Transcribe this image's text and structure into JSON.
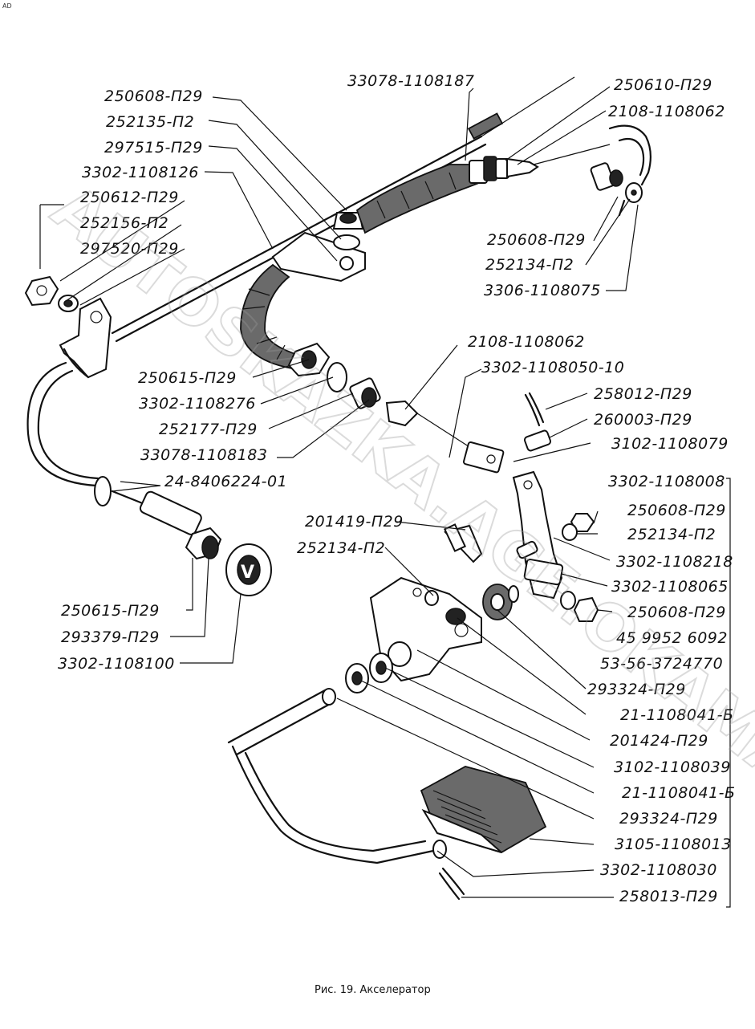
{
  "corner_mark": "AD",
  "caption": "Рис. 19. Акселератор",
  "watermark": "AUTOSKAZKA.AGE.OKAMAE",
  "labels": [
    "33078-1108187",
    "250608-П29",
    "252135-П2",
    "297515-П29",
    "3302-1108126",
    "250612-П29",
    "252156-П2",
    "297520-П29",
    "250610-П29",
    "2108-1108062",
    "250608-П29",
    "252134-П2",
    "3306-1108075",
    "2108-1108062",
    "3302-1108050-10",
    "250615-П29",
    "3302-1108276",
    "252177-П29",
    "33078-1108183",
    "24-8406224-01",
    "258012-П29",
    "260003-П29",
    "3102-1108079",
    "3302-1108008",
    "201419-П29",
    "250608-П29",
    "252134-П2",
    "252134-П2",
    "3302-1108218",
    "3302-1108065",
    "250608-П29",
    "45 9952 6092",
    "53-56-3724770",
    "293324-П29",
    "250615-П29",
    "293379-П29",
    "3302-1108100",
    "21-1108041-Б",
    "201424-П29",
    "3102-1108039",
    "21-1108041-Б",
    "293324-П29",
    "3105-1108013",
    "3302-1108030",
    "258013-П29"
  ]
}
